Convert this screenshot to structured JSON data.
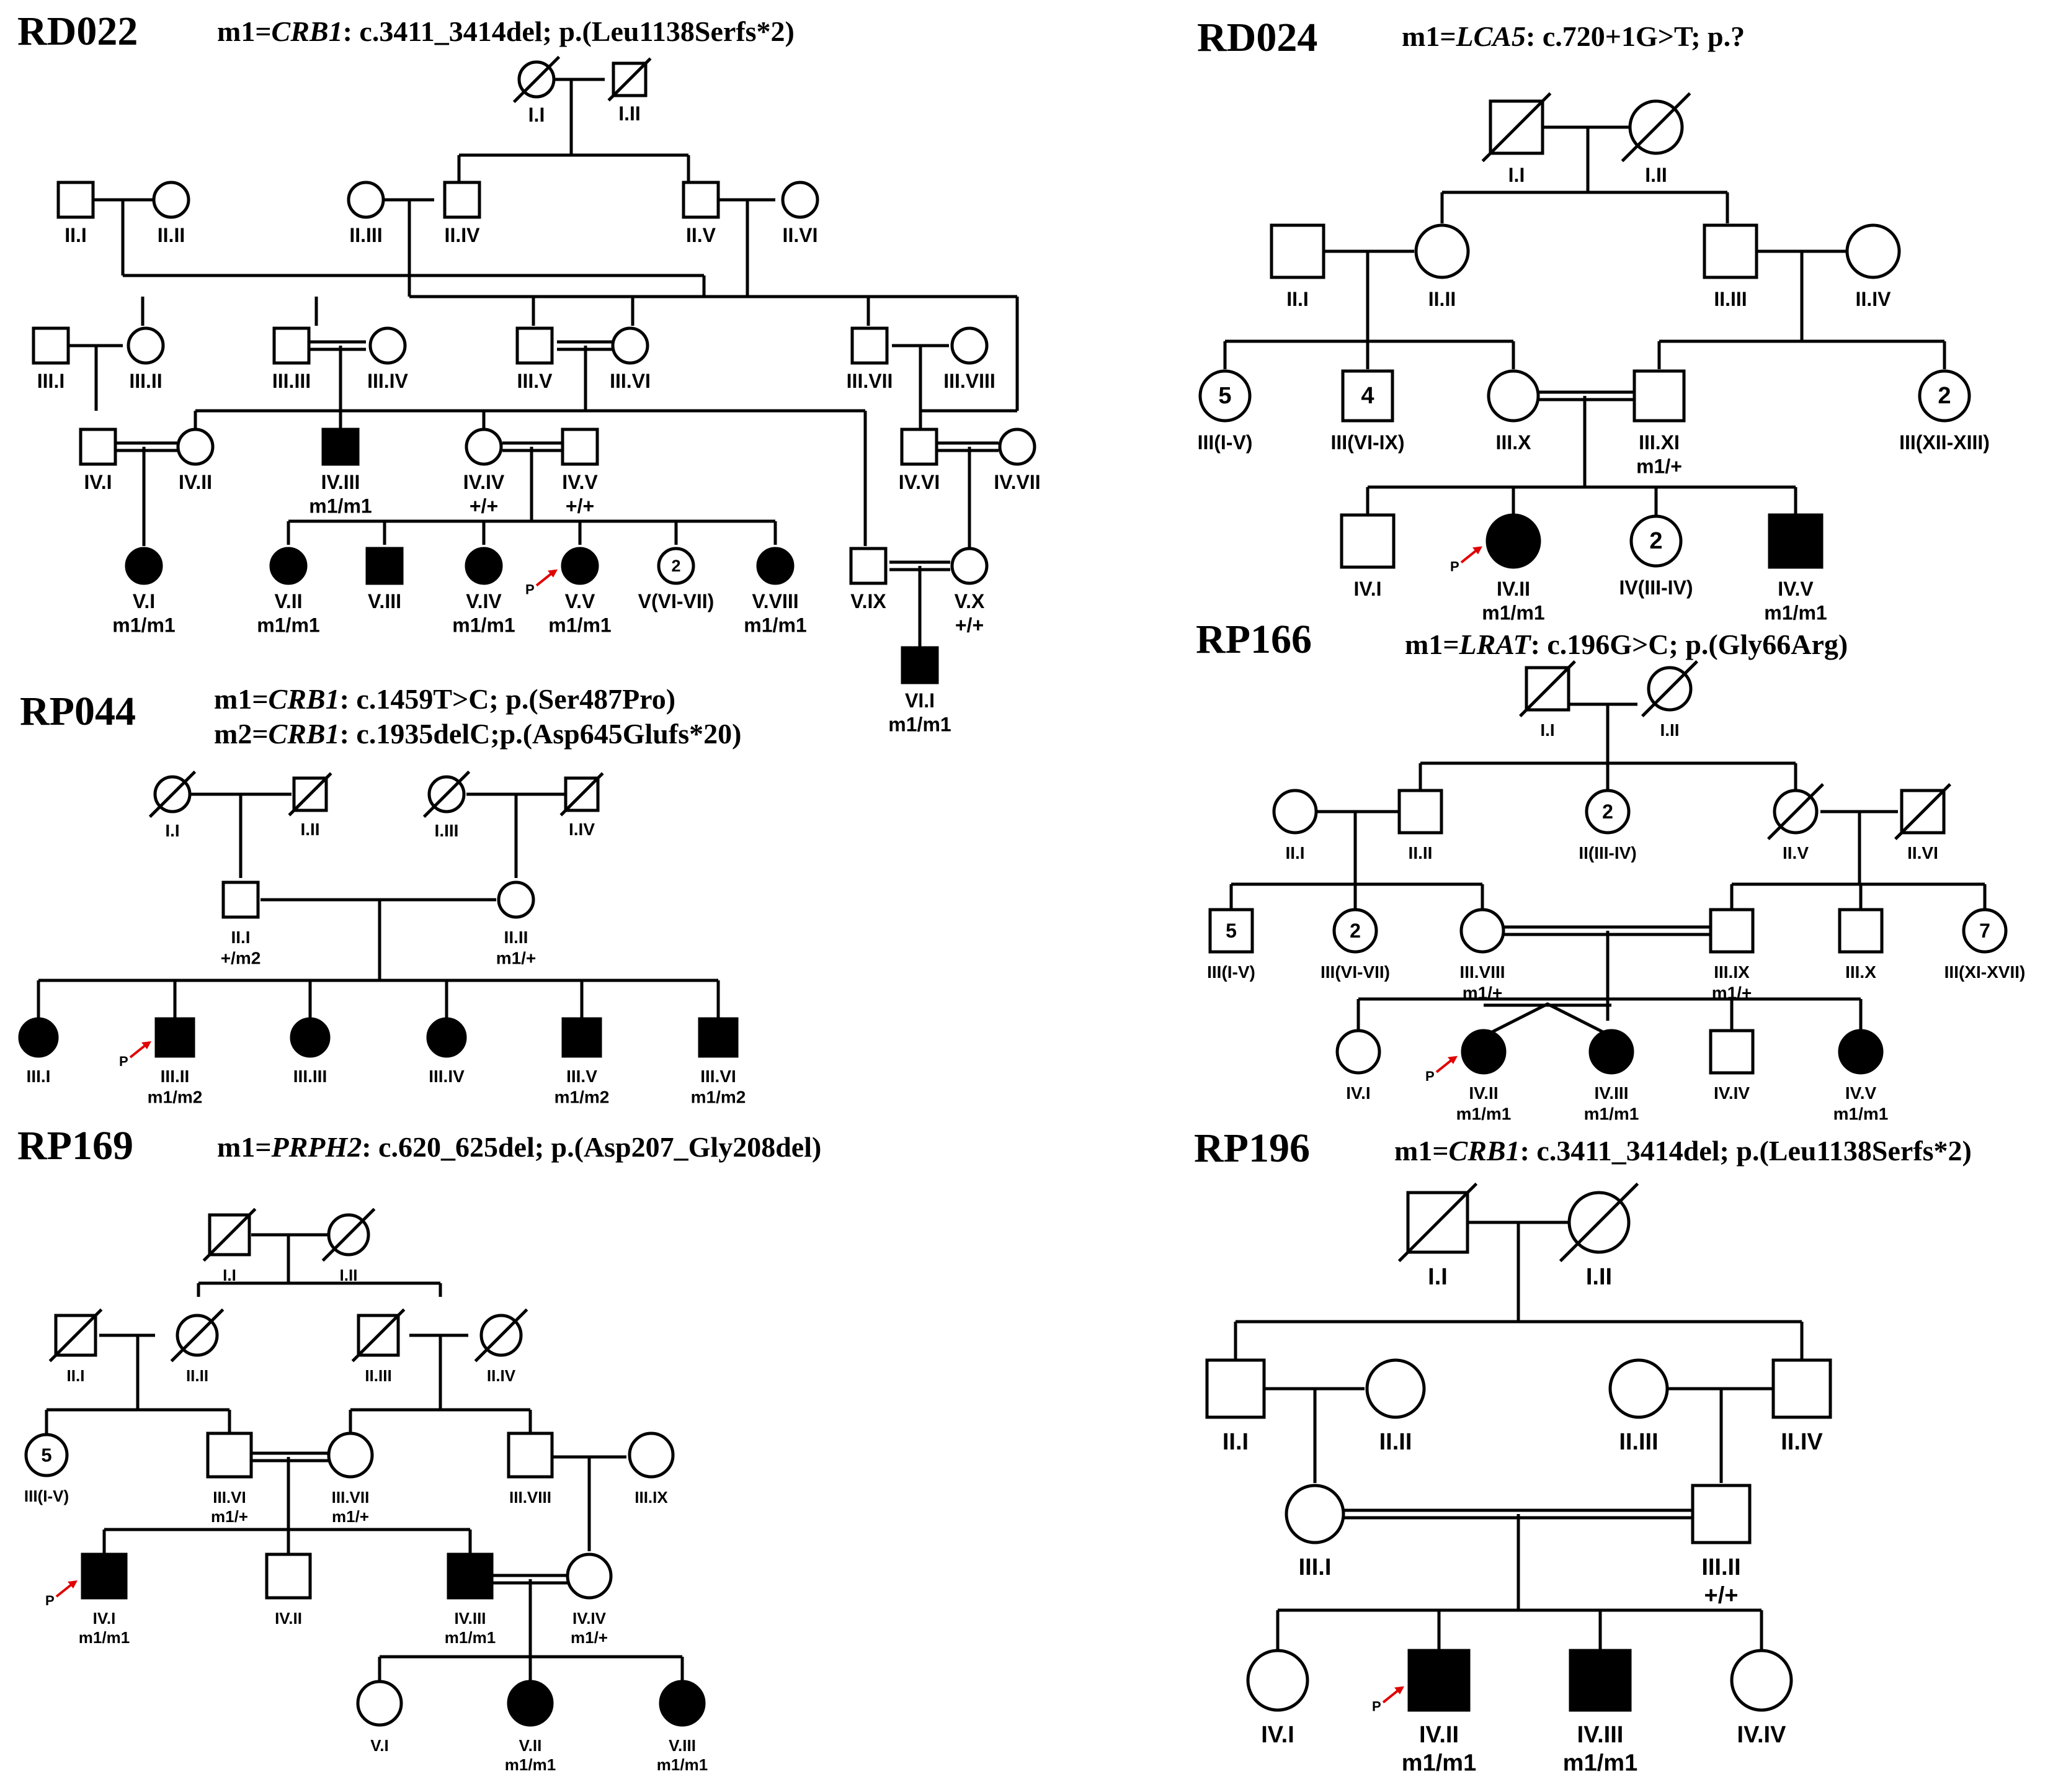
{
  "families": {
    "rd022": {
      "id": "RD022",
      "mutations": [
        {
          "prefix": "m1=",
          "gene": "CRB1",
          "rest": ": c.3411_3414del; p.(Leu1138Serfs*2)"
        }
      ]
    },
    "rd024": {
      "id": "RD024",
      "mutations": [
        {
          "prefix": "m1=",
          "gene": "LCA5",
          "rest": ": c.720+1G>T; p.?"
        }
      ]
    },
    "rp044": {
      "id": "RP044",
      "mutations": [
        {
          "prefix": "m1=",
          "gene": "CRB1",
          "rest": ": c.1459T>C; p.(Ser487Pro)"
        },
        {
          "prefix": "m2=",
          "gene": "CRB1",
          "rest": ": c.1935delC;p.(Asp645Glufs*20)"
        }
      ]
    },
    "rp166": {
      "id": "RP166",
      "mutations": [
        {
          "prefix": "m1=",
          "gene": "LRAT",
          "rest": ": c.196G>C; p.(Gly66Arg)"
        }
      ]
    },
    "rp169": {
      "id": "RP169",
      "mutations": [
        {
          "prefix": "m1=",
          "gene": "PRPH2",
          "rest": ": c.620_625del; p.(Asp207_Gly208del)"
        }
      ]
    },
    "rp196": {
      "id": "RP196",
      "mutations": [
        {
          "prefix": "m1=",
          "gene": "CRB1",
          "rest": ": c.3411_3414del; p.(Leu1138Serfs*2)"
        }
      ]
    }
  },
  "legend": {
    "proband_marker": "P",
    "genotype_note": "m1/m1"
  },
  "individuals": [
    {
      "id": "rd022-I.I",
      "label": "I.I",
      "sex": "F",
      "affected": false,
      "deceased": true
    },
    {
      "id": "rd022-I.II",
      "label": "I.II",
      "sex": "M",
      "affected": false,
      "deceased": true
    },
    {
      "id": "rd022-II.I",
      "label": "II.I",
      "sex": "M",
      "affected": false
    },
    {
      "id": "rd022-II.II",
      "label": "II.II",
      "sex": "F",
      "affected": false
    },
    {
      "id": "rd022-II.III",
      "label": "II.III",
      "sex": "F",
      "affected": false
    },
    {
      "id": "rd022-II.IV",
      "label": "II.IV",
      "sex": "M",
      "affected": false
    },
    {
      "id": "rd022-II.V",
      "label": "II.V",
      "sex": "M",
      "affected": false
    },
    {
      "id": "rd022-II.VI",
      "label": "II.VI",
      "sex": "F",
      "affected": false
    },
    {
      "id": "rd022-III.I",
      "label": "III.I",
      "sex": "M",
      "affected": false
    },
    {
      "id": "rd022-III.II",
      "label": "III.II",
      "sex": "F",
      "affected": false
    },
    {
      "id": "rd022-III.III",
      "label": "III.III",
      "sex": "M",
      "affected": false
    },
    {
      "id": "rd022-III.IV",
      "label": "III.IV",
      "sex": "F",
      "affected": false
    },
    {
      "id": "rd022-III.V",
      "label": "III.V",
      "sex": "M",
      "affected": false
    },
    {
      "id": "rd022-III.VI",
      "label": "III.VI",
      "sex": "F",
      "affected": false
    },
    {
      "id": "rd022-III.VII",
      "label": "III.VII",
      "sex": "M",
      "affected": false
    },
    {
      "id": "rd022-III.VIII",
      "label": "III.VIII",
      "sex": "F",
      "affected": false
    },
    {
      "id": "rd022-IV.I",
      "label": "IV.I",
      "sex": "M",
      "affected": false
    },
    {
      "id": "rd022-IV.II",
      "label": "IV.II",
      "sex": "F",
      "affected": false
    },
    {
      "id": "rd022-IV.III",
      "label": "IV.III",
      "genotype": "m1/m1",
      "sex": "M",
      "affected": true
    },
    {
      "id": "rd022-IV.IV",
      "label": "IV.IV",
      "genotype": "+/+",
      "sex": "F",
      "affected": false
    },
    {
      "id": "rd022-IV.V",
      "label": "IV.V",
      "genotype": "+/+",
      "sex": "M",
      "affected": false
    },
    {
      "id": "rd022-IV.VI",
      "label": "IV.VI",
      "sex": "M",
      "affected": false
    },
    {
      "id": "rd022-IV.VII",
      "label": "IV.VII",
      "sex": "F",
      "affected": false
    },
    {
      "id": "rd022-V.I",
      "label": "V.I",
      "genotype": "m1/m1",
      "sex": "F",
      "affected": true
    },
    {
      "id": "rd022-V.II",
      "label": "V.II",
      "genotype": "m1/m1",
      "sex": "F",
      "affected": true
    },
    {
      "id": "rd022-V.III",
      "label": "V.III",
      "sex": "M",
      "affected": true
    },
    {
      "id": "rd022-V.IV",
      "label": "V.IV",
      "genotype": "m1/m1",
      "sex": "F",
      "affected": true
    },
    {
      "id": "rd022-V.V",
      "label": "V.V",
      "genotype": "m1/m1",
      "sex": "F",
      "affected": true,
      "proband": true
    },
    {
      "id": "rd022-V(VI-VII)",
      "label": "V(VI-VII)",
      "sex": "F",
      "affected": false,
      "count": "2"
    },
    {
      "id": "rd022-V.VIII",
      "label": "V.VIII",
      "genotype": "m1/m1",
      "sex": "F",
      "affected": true
    },
    {
      "id": "rd022-V.IX",
      "label": "V.IX",
      "sex": "M",
      "affected": false
    },
    {
      "id": "rd022-V.X",
      "label": "V.X",
      "genotype": "+/+",
      "sex": "F",
      "affected": false
    },
    {
      "id": "rd022-VI.I",
      "label": "VI.I",
      "genotype": "m1/m1",
      "sex": "M",
      "affected": true
    },
    {
      "id": "rd024-I.I",
      "label": "I.I",
      "sex": "M",
      "affected": false,
      "deceased": true
    },
    {
      "id": "rd024-I.II",
      "label": "I.II",
      "sex": "F",
      "affected": false,
      "deceased": true
    },
    {
      "id": "rd024-II.I",
      "label": "II.I",
      "sex": "M",
      "affected": false
    },
    {
      "id": "rd024-II.II",
      "label": "II.II",
      "sex": "F",
      "affected": false
    },
    {
      "id": "rd024-II.III",
      "label": "II.III",
      "sex": "M",
      "affected": false
    },
    {
      "id": "rd024-II.IV",
      "label": "II.IV",
      "sex": "F",
      "affected": false
    },
    {
      "id": "rd024-III(I-V)",
      "label": "III(I-V)",
      "sex": "F",
      "affected": false,
      "count": "5"
    },
    {
      "id": "rd024-III(VI-IX)",
      "label": "III(VI-IX)",
      "sex": "M",
      "affected": false,
      "count": "4"
    },
    {
      "id": "rd024-III.X",
      "label": "III.X",
      "sex": "F",
      "affected": false
    },
    {
      "id": "rd024-III.XI",
      "label": "III.XI",
      "genotype": "m1/+",
      "sex": "M",
      "affected": false
    },
    {
      "id": "rd024-III(XII-XIII)",
      "label": "III(XII-XIII)",
      "sex": "F",
      "affected": false,
      "count": "2"
    },
    {
      "id": "rd024-IV.I",
      "label": "IV.I",
      "sex": "M",
      "affected": false
    },
    {
      "id": "rd024-IV.II",
      "label": "IV.II",
      "genotype": "m1/m1",
      "sex": "F",
      "affected": true,
      "proband": true
    },
    {
      "id": "rd024-IV(III-IV)",
      "label": "IV(III-IV)",
      "sex": "F",
      "affected": false,
      "count": "2"
    },
    {
      "id": "rd024-IV.V",
      "label": "IV.V",
      "genotype": "m1/m1",
      "sex": "M",
      "affected": true
    },
    {
      "id": "rp044-I.I",
      "label": "I.I",
      "sex": "F",
      "affected": false,
      "deceased": true
    },
    {
      "id": "rp044-I.II",
      "label": "I.II",
      "sex": "M",
      "affected": false,
      "deceased": true
    },
    {
      "id": "rp044-I.III",
      "label": "I.III",
      "sex": "F",
      "affected": false,
      "deceased": true
    },
    {
      "id": "rp044-I.IV",
      "label": "I.IV",
      "sex": "M",
      "affected": false,
      "deceased": true
    },
    {
      "id": "rp044-II.I",
      "label": "II.I",
      "genotype": "+/m2",
      "sex": "M",
      "affected": false
    },
    {
      "id": "rp044-II.II",
      "label": "II.II",
      "genotype": "m1/+",
      "sex": "F",
      "affected": false
    },
    {
      "id": "rp044-III.I",
      "label": "III.I",
      "sex": "F",
      "affected": true
    },
    {
      "id": "rp044-III.II",
      "label": "III.II",
      "genotype": "m1/m2",
      "sex": "M",
      "affected": true,
      "proband": true
    },
    {
      "id": "rp044-III.III",
      "label": "III.III",
      "sex": "F",
      "affected": true
    },
    {
      "id": "rp044-III.IV",
      "label": "III.IV",
      "sex": "F",
      "affected": true
    },
    {
      "id": "rp044-III.V",
      "label": "III.V",
      "genotype": "m1/m2",
      "sex": "M",
      "affected": true
    },
    {
      "id": "rp044-III.VI",
      "label": "III.VI",
      "genotype": "m1/m2",
      "sex": "M",
      "affected": true
    },
    {
      "id": "rp166-I.I",
      "label": "I.I",
      "sex": "M",
      "affected": false,
      "deceased": true
    },
    {
      "id": "rp166-I.II",
      "label": "I.II",
      "sex": "F",
      "affected": false,
      "deceased": true
    },
    {
      "id": "rp166-II.I",
      "label": "II.I",
      "sex": "F",
      "affected": false
    },
    {
      "id": "rp166-II.II",
      "label": "II.II",
      "sex": "M",
      "affected": false
    },
    {
      "id": "rp166-II(III-IV)",
      "label": "II(III-IV)",
      "sex": "F",
      "affected": false,
      "count": "2"
    },
    {
      "id": "rp166-II.V",
      "label": "II.V",
      "sex": "F",
      "affected": false,
      "deceased": true
    },
    {
      "id": "rp166-II.VI",
      "label": "II.VI",
      "sex": "M",
      "affected": false,
      "deceased": true
    },
    {
      "id": "rp166-III(I-V)",
      "label": "III(I-V)",
      "sex": "M",
      "affected": false,
      "count": "5"
    },
    {
      "id": "rp166-III(VI-VII)",
      "label": "III(VI-VII)",
      "sex": "F",
      "affected": false,
      "count": "2"
    },
    {
      "id": "rp166-III.VIII",
      "label": "III.VIII",
      "genotype": "m1/+",
      "sex": "F",
      "affected": false
    },
    {
      "id": "rp166-III.IX",
      "label": "III.IX",
      "genotype": "m1/+",
      "sex": "M",
      "affected": false
    },
    {
      "id": "rp166-III.X",
      "label": "III.X",
      "sex": "M",
      "affected": false
    },
    {
      "id": "rp166-III(XI-XVII)",
      "label": "III(XI-XVII)",
      "sex": "F",
      "affected": false,
      "count": "7"
    },
    {
      "id": "rp166-IV.I",
      "label": "IV.I",
      "sex": "F",
      "affected": false
    },
    {
      "id": "rp166-IV.II",
      "label": "IV.II",
      "genotype": "m1/m1",
      "sex": "F",
      "affected": true,
      "proband": true
    },
    {
      "id": "rp166-IV.III",
      "label": "IV.III",
      "genotype": "m1/m1",
      "sex": "F",
      "affected": true
    },
    {
      "id": "rp166-IV.IV",
      "label": "IV.IV",
      "sex": "M",
      "affected": false
    },
    {
      "id": "rp166-IV.V",
      "label": "IV.V",
      "genotype": "m1/m1",
      "sex": "F",
      "affected": true
    },
    {
      "id": "rp169-I.I",
      "label": "I.I",
      "sex": "M",
      "affected": false,
      "deceased": true
    },
    {
      "id": "rp169-I.II",
      "label": "I.II",
      "sex": "F",
      "affected": false,
      "deceased": true
    },
    {
      "id": "rp169-II.I",
      "label": "II.I",
      "sex": "M",
      "affected": false,
      "deceased": true
    },
    {
      "id": "rp169-II.II",
      "label": "II.II",
      "sex": "F",
      "affected": false,
      "deceased": true
    },
    {
      "id": "rp169-II.III",
      "label": "II.III",
      "sex": "M",
      "affected": false,
      "deceased": true
    },
    {
      "id": "rp169-II.IV",
      "label": "II.IV",
      "sex": "F",
      "affected": false,
      "deceased": true
    },
    {
      "id": "rp169-III(I-V)",
      "label": "III(I-V)",
      "sex": "F",
      "affected": false,
      "count": "5"
    },
    {
      "id": "rp169-III.VI",
      "label": "III.VI",
      "genotype": "m1/+",
      "sex": "M",
      "affected": false
    },
    {
      "id": "rp169-III.VII",
      "label": "III.VII",
      "genotype": "m1/+",
      "sex": "F",
      "affected": false
    },
    {
      "id": "rp169-III.VIII",
      "label": "III.VIII",
      "sex": "M",
      "affected": false
    },
    {
      "id": "rp169-III.IX",
      "label": "III.IX",
      "sex": "F",
      "affected": false
    },
    {
      "id": "rp169-IV.I",
      "label": "IV.I",
      "genotype": "m1/m1",
      "sex": "M",
      "affected": true,
      "proband": true
    },
    {
      "id": "rp169-IV.II",
      "label": "IV.II",
      "sex": "M",
      "affected": false
    },
    {
      "id": "rp169-IV.III",
      "label": "IV.III",
      "genotype": "m1/m1",
      "sex": "M",
      "affected": true
    },
    {
      "id": "rp169-IV.IV",
      "label": "IV.IV",
      "genotype": "m1/+",
      "sex": "F",
      "affected": false
    },
    {
      "id": "rp169-V.I",
      "label": "V.I",
      "sex": "F",
      "affected": false
    },
    {
      "id": "rp169-V.II",
      "label": "V.II",
      "genotype": "m1/m1",
      "sex": "F",
      "affected": true
    },
    {
      "id": "rp169-V.III",
      "label": "V.III",
      "genotype": "m1/m1",
      "sex": "F",
      "affected": true
    },
    {
      "id": "rp196-I.I",
      "label": "I.I",
      "sex": "M",
      "affected": false,
      "deceased": true
    },
    {
      "id": "rp196-I.II",
      "label": "I.II",
      "sex": "F",
      "affected": false,
      "deceased": true
    },
    {
      "id": "rp196-II.I",
      "label": "II.I",
      "sex": "M",
      "affected": false
    },
    {
      "id": "rp196-II.II",
      "label": "II.II",
      "sex": "F",
      "affected": false
    },
    {
      "id": "rp196-II.III",
      "label": "II.III",
      "sex": "F",
      "affected": false
    },
    {
      "id": "rp196-II.IV",
      "label": "II.IV",
      "sex": "M",
      "affected": false
    },
    {
      "id": "rp196-III.I",
      "label": "III.I",
      "sex": "F",
      "affected": false
    },
    {
      "id": "rp196-III.II",
      "label": "III.II",
      "genotype": "+/+",
      "sex": "M",
      "affected": false
    },
    {
      "id": "rp196-IV.I",
      "label": "IV.I",
      "sex": "F",
      "affected": false
    },
    {
      "id": "rp196-IV.II",
      "label": "IV.II",
      "genotype": "m1/m1",
      "sex": "M",
      "affected": true,
      "proband": true
    },
    {
      "id": "rp196-IV.III",
      "label": "IV.III",
      "genotype": "m1/m1",
      "sex": "M",
      "affected": true
    },
    {
      "id": "rp196-IV.IV",
      "label": "IV.IV",
      "sex": "F",
      "affected": false
    }
  ]
}
